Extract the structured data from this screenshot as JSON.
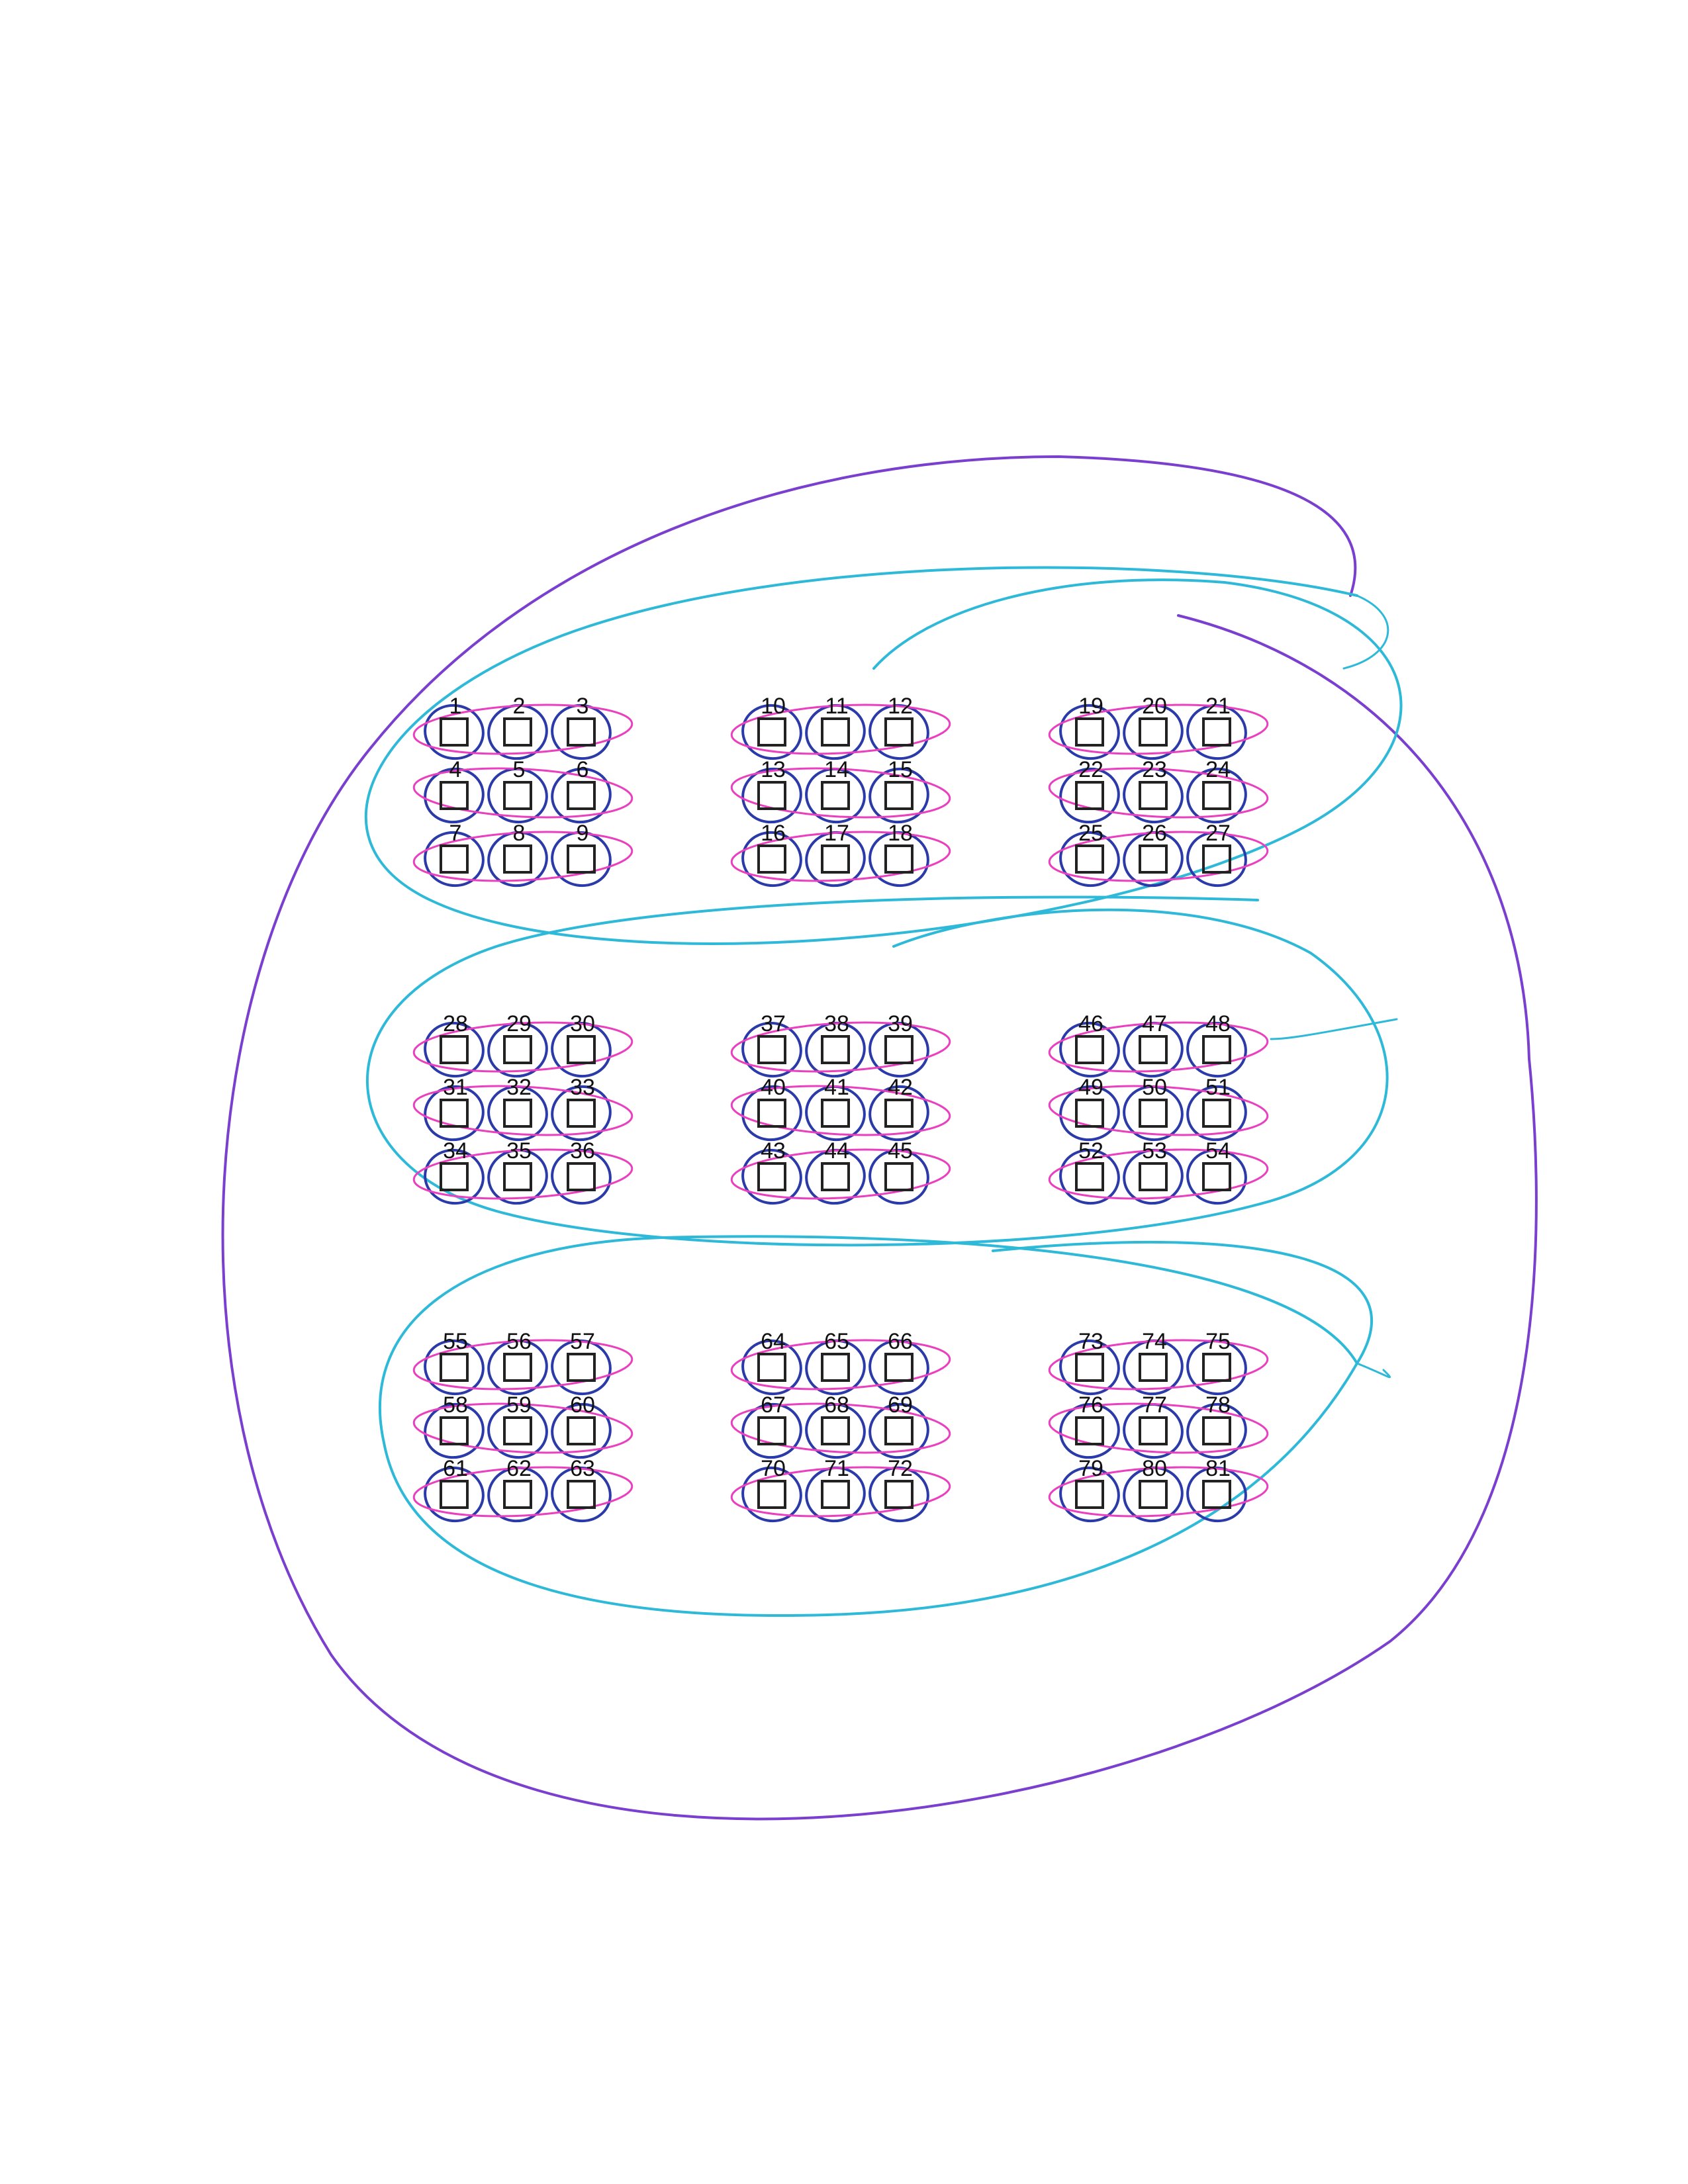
{
  "page": {
    "background": "#ffffff"
  },
  "ink_colors": {
    "purple": "#7a3fcf",
    "cyan": "#2fb9d8",
    "magenta": "#ea3fbf",
    "blue": "#2a3aa8"
  },
  "checkbox_grid": {
    "blocks": [
      {
        "labels": [
          "1",
          "2",
          "3",
          "4",
          "5",
          "6",
          "7",
          "8",
          "9"
        ]
      },
      {
        "labels": [
          "10",
          "11",
          "12",
          "13",
          "14",
          "15",
          "16",
          "17",
          "18"
        ]
      },
      {
        "labels": [
          "19",
          "20",
          "21",
          "22",
          "23",
          "24",
          "25",
          "26",
          "27"
        ]
      },
      {
        "labels": [
          "28",
          "29",
          "30",
          "31",
          "32",
          "33",
          "34",
          "35",
          "36"
        ]
      },
      {
        "labels": [
          "37",
          "38",
          "39",
          "40",
          "41",
          "42",
          "43",
          "44",
          "45"
        ]
      },
      {
        "labels": [
          "46",
          "47",
          "48",
          "49",
          "50",
          "51",
          "52",
          "53",
          "54"
        ]
      },
      {
        "labels": [
          "55",
          "56",
          "57",
          "58",
          "59",
          "60",
          "61",
          "62",
          "63"
        ]
      },
      {
        "labels": [
          "64",
          "65",
          "66",
          "67",
          "68",
          "69",
          "70",
          "71",
          "72"
        ]
      },
      {
        "labels": [
          "73",
          "74",
          "75",
          "76",
          "77",
          "78",
          "79",
          "80",
          "81"
        ]
      }
    ]
  }
}
